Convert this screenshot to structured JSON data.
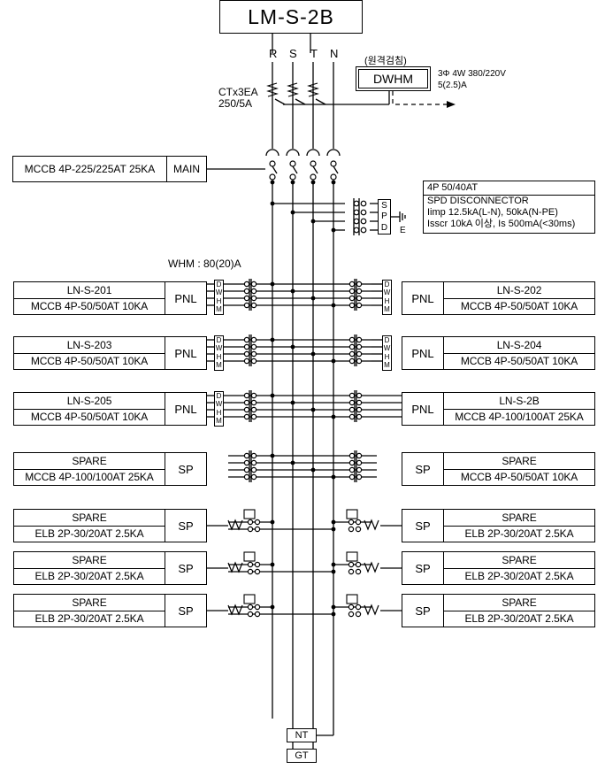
{
  "title": "LM-S-2B",
  "phases": [
    "R",
    "S",
    "T",
    "N"
  ],
  "meter_note": "(원격검침)",
  "meter_label": "DWHM",
  "meter_spec_1": "3Φ 4W 380/220V",
  "meter_spec_2": "5(2.5)A",
  "ct_label_1": "CTx3EA",
  "ct_label_2": "250/5A",
  "main_breaker": {
    "spec": "MCCB 4P-225/225AT 25KA",
    "label": "MAIN"
  },
  "spd": {
    "breaker": "4P 50/40AT",
    "title": "SPD DISCONNECTOR",
    "line1": "Iimp 12.5kA(L-N), 50kA(N-PE)",
    "line2": "Isscr 10kA 이상, Is 500mA(<30ms)",
    "letters": [
      "S",
      "P",
      "D"
    ],
    "ground": "E"
  },
  "whm_note": "WHM : 80(20)A",
  "dwhm_letters": [
    "D",
    "W",
    "H",
    "M"
  ],
  "left_panels": [
    {
      "name": "LN-S-201",
      "spec": "MCCB 4P-50/50AT 10KA",
      "label": "PNL"
    },
    {
      "name": "LN-S-203",
      "spec": "MCCB 4P-50/50AT 10KA",
      "label": "PNL"
    },
    {
      "name": "LN-S-205",
      "spec": "MCCB 4P-50/50AT 10KA",
      "label": "PNL"
    },
    {
      "name": "SPARE",
      "spec": "MCCB 4P-100/100AT 25KA",
      "label": "SP"
    },
    {
      "name": "SPARE",
      "spec": "ELB 2P-30/20AT 2.5KA",
      "label": "SP"
    },
    {
      "name": "SPARE",
      "spec": "ELB 2P-30/20AT 2.5KA",
      "label": "SP"
    },
    {
      "name": "SPARE",
      "spec": "ELB 2P-30/20AT 2.5KA",
      "label": "SP"
    }
  ],
  "right_panels": [
    {
      "name": "LN-S-202",
      "spec": "MCCB 4P-50/50AT 10KA",
      "label": "PNL"
    },
    {
      "name": "LN-S-204",
      "spec": "MCCB 4P-50/50AT 10KA",
      "label": "PNL"
    },
    {
      "name": "LN-S-2B",
      "spec": "MCCB 4P-100/100AT 25KA",
      "label": "PNL"
    },
    {
      "name": "SPARE",
      "spec": "MCCB 4P-50/50AT 10KA",
      "label": "SP"
    },
    {
      "name": "SPARE",
      "spec": "ELB 2P-30/20AT 2.5KA",
      "label": "SP"
    },
    {
      "name": "SPARE",
      "spec": "ELB 2P-30/20AT 2.5KA",
      "label": "SP"
    },
    {
      "name": "SPARE",
      "spec": "ELB 2P-30/20AT 2.5KA",
      "label": "SP"
    }
  ],
  "neutral_terminal": "NT",
  "ground_terminal": "GT"
}
